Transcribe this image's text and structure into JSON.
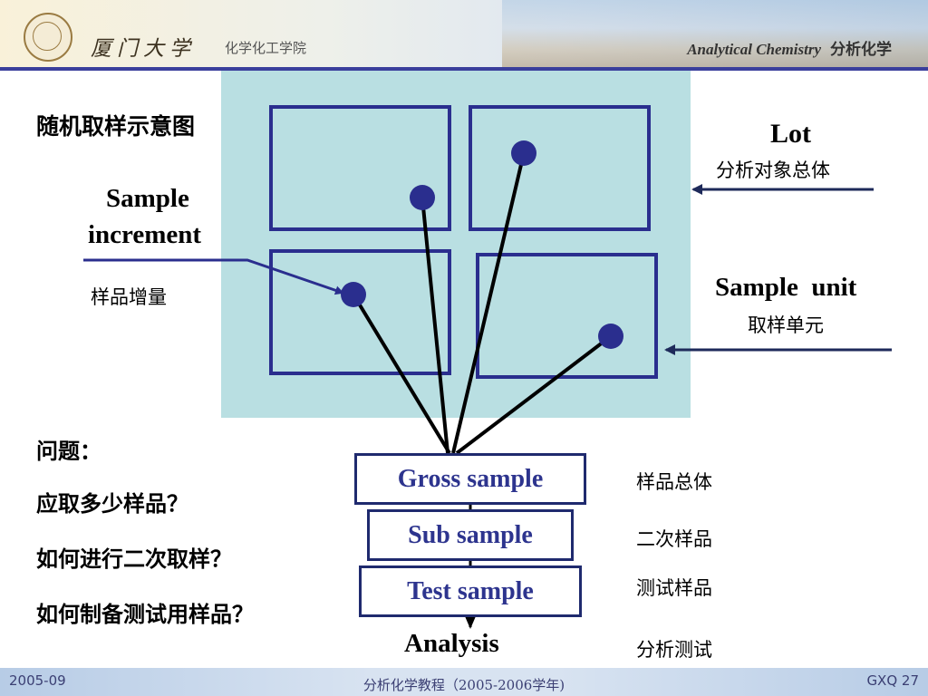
{
  "header": {
    "university_name": "厦门大学",
    "college": "化学化工学院",
    "course_en": "Analytical Chemistry",
    "course_zh": "分析化学"
  },
  "title": "随机取样示意图",
  "labels": {
    "lot_en": "Lot",
    "lot_zh": "分析对象总体",
    "increment_en_1": "Sample",
    "increment_en_2": "increment",
    "increment_zh": "样品增量",
    "unit_en": "Sample  unit",
    "unit_zh": "取样单元"
  },
  "questions": {
    "heading": "问题：",
    "q1": "应取多少样品？",
    "q2": "如何进行二次取样？",
    "q3": "如何制备测试用样品？"
  },
  "flow": {
    "gross": "Gross sample",
    "sub": "Sub sample",
    "test": "Test sample",
    "analysis": "Analysis"
  },
  "flow_zh": {
    "gross": "样品总体",
    "sub": "二次样品",
    "test": "测试样品",
    "analysis": "分析测试"
  },
  "footer": {
    "date": "2005-09",
    "course": "分析化学教程（2005-2006学年)",
    "page": "GXQ 27"
  },
  "colors": {
    "lot_fill": "#b9dfe2",
    "unit_border": "#2a2e8e",
    "dot": "#2a2e8e",
    "box_border": "#1f2a6e",
    "box_text": "#2d348e"
  }
}
